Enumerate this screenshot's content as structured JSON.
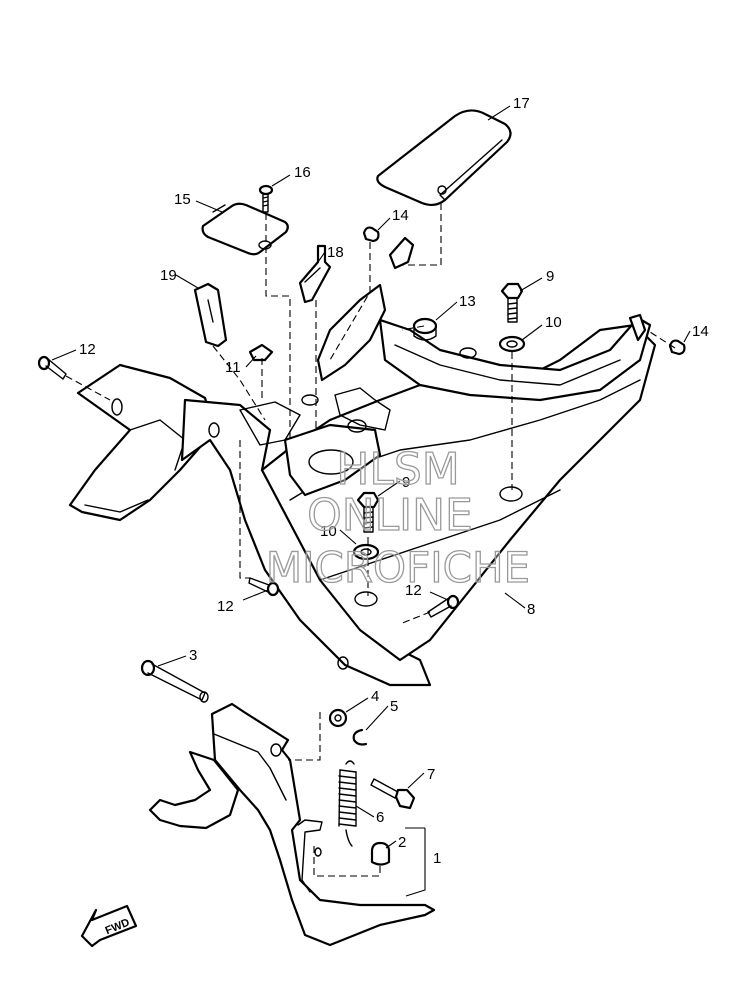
{
  "callouts": {
    "c1": "1",
    "c2": "2",
    "c3": "3",
    "c4": "4",
    "c5": "5",
    "c6": "6",
    "c7": "7",
    "c8": "8",
    "c9a": "9",
    "c9b": "9",
    "c10a": "10",
    "c10b": "10",
    "c11": "11",
    "c12a": "12",
    "c12b": "12",
    "c12c": "12",
    "c13": "13",
    "c14a": "14",
    "c14b": "14",
    "c15": "15",
    "c16": "16",
    "c17": "17",
    "c18": "18",
    "c19": "19"
  },
  "fwd_label": "FWD",
  "watermark": {
    "line1": "HLSM",
    "line2": "ONLINE",
    "line3": "MICROFICHE"
  }
}
